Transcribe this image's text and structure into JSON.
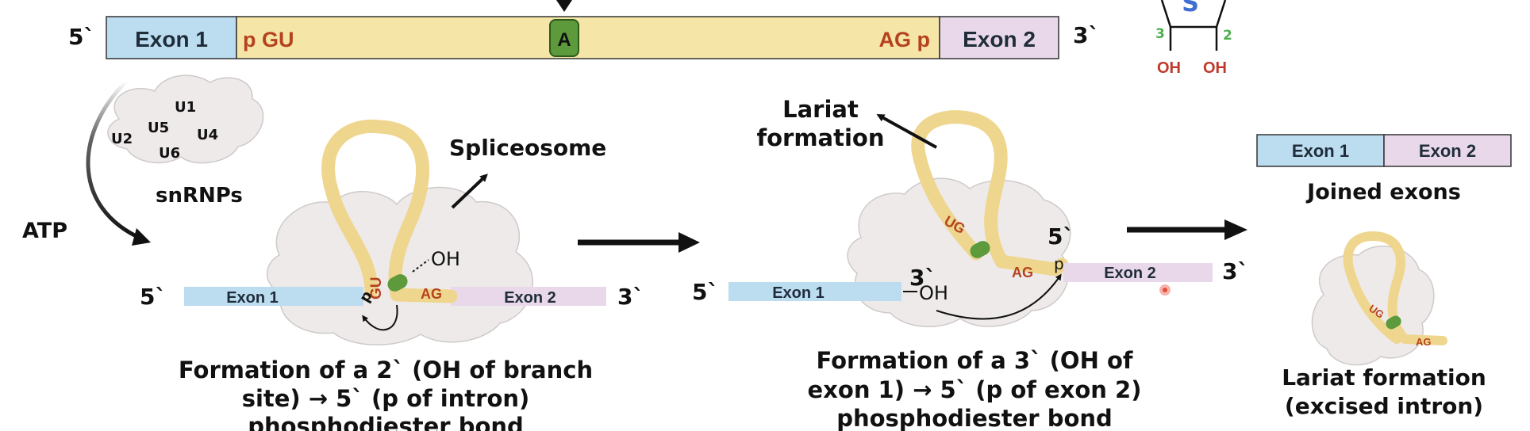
{
  "colors": {
    "exon1": "#bcdcf0",
    "exon2": "#e9d8ea",
    "intron": "#f5e6a8",
    "rna_strand": "#efd68e",
    "branch_a": "#5c9a3c",
    "splice_red": "#b5421e",
    "cloud": "#eeeaea",
    "numbers_green": "#4caf50",
    "oh_red": "#c0392b",
    "sugar_blue": "#3f6fd1"
  },
  "top_bar": {
    "five_prime": "5`",
    "three_prime": "3`",
    "exon1": "Exon 1",
    "donor": "p GU",
    "branch": "A",
    "acceptor": "AG p",
    "exon2": "Exon 2"
  },
  "sugar": {
    "letter": "S",
    "c3": "3",
    "c2": "2",
    "oh_left": "OH",
    "oh_right": "OH"
  },
  "snrnps": {
    "u1": "U1",
    "u2": "U2",
    "u5": "U5",
    "u4": "U4",
    "u6": "U6",
    "label": "snRNPs",
    "atp": "ATP"
  },
  "step1": {
    "spliceosome": "Spliceosome",
    "oh": "OH",
    "pgu_p": "p",
    "pgu_gu": "GU",
    "ag": "AG",
    "exon1": "Exon 1",
    "exon2": "Exon 2",
    "five_prime": "5`",
    "three_prime": "3`",
    "caption_l1": "Formation of a 2` (OH of branch",
    "caption_l2": "site) → 5` (p of intron)",
    "caption_l3": "phosphodiester bond"
  },
  "step2": {
    "lariat_l1": "Lariat",
    "lariat_l2": "formation",
    "ug": "UG",
    "ag": "AG",
    "p": "p",
    "five_prime_inner": "5`",
    "three_prime_inner": "3`",
    "oh": "OH",
    "exon1": "Exon 1",
    "exon2": "Exon 2",
    "five_prime": "5`",
    "three_prime": "3`",
    "caption_l1": "Formation of a 3` (OH of",
    "caption_l2": "exon 1) → 5` (p of exon 2)",
    "caption_l3": "phosphodiester bond"
  },
  "result": {
    "exon1": "Exon 1",
    "exon2": "Exon 2",
    "joined": "Joined exons",
    "ug": "UG",
    "ag": "AG",
    "caption_l1": "Lariat formation",
    "caption_l2": "(excised intron)"
  }
}
